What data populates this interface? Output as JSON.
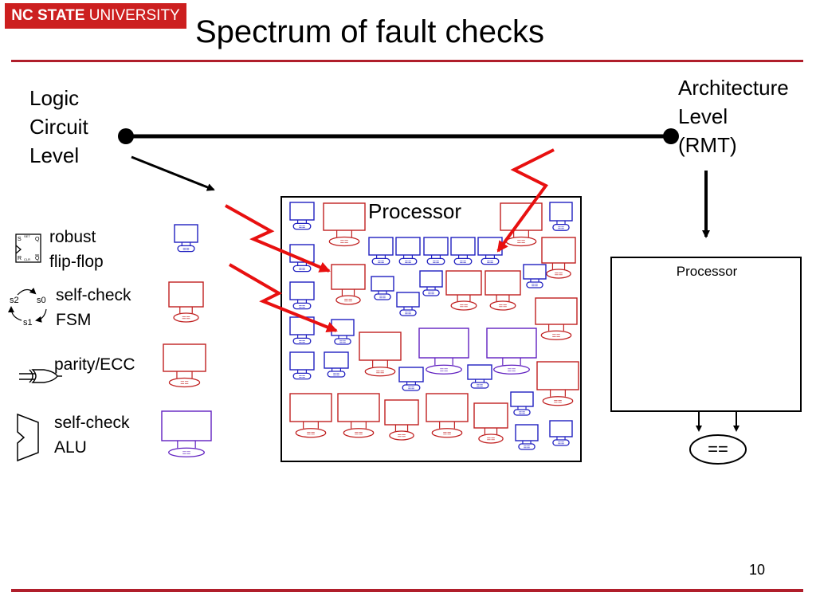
{
  "header": {
    "logo_bold": "NC STATE",
    "logo_rest": " UNIVERSITY",
    "title": "Spectrum of fault checks"
  },
  "spectrum": {
    "left_label": [
      "Logic",
      "Circuit",
      "Level"
    ],
    "right_label": [
      "Architecture",
      "Level",
      "(RMT)"
    ]
  },
  "legend": [
    {
      "icon": "flip-flop-icon",
      "lines": [
        "robust",
        "flip-flop"
      ],
      "checker_color": "#2020c0"
    },
    {
      "icon": "fsm-state-icon",
      "lines": [
        "self-check",
        "FSM"
      ],
      "checker_color": "#c02020"
    },
    {
      "icon": "xor-gate-icon",
      "lines": [
        "parity/ECC"
      ],
      "checker_color": "#c02020"
    },
    {
      "icon": "alu-icon",
      "lines": [
        "self-check",
        "ALU"
      ],
      "checker_color": "#6020c0"
    }
  ],
  "processor_left": {
    "label": "Processor"
  },
  "processor_right": {
    "label": "Processor",
    "comparator": "=="
  },
  "comparator_symbol": "==",
  "flipflop_letters": {
    "s": "S",
    "q": "Q",
    "r": "R",
    "qbar": "Q",
    "set": "SET",
    "clr": "CLR"
  },
  "fsm_states": [
    "s2",
    "s0",
    "s1"
  ],
  "colors": {
    "brand": "#cc1f1f",
    "rule": "#b01e2b",
    "arrow_red": "#e81010",
    "flipflop_blue": "#2020c0",
    "register_red": "#c02020",
    "alu_purple": "#6020c0"
  },
  "page_number": "10"
}
